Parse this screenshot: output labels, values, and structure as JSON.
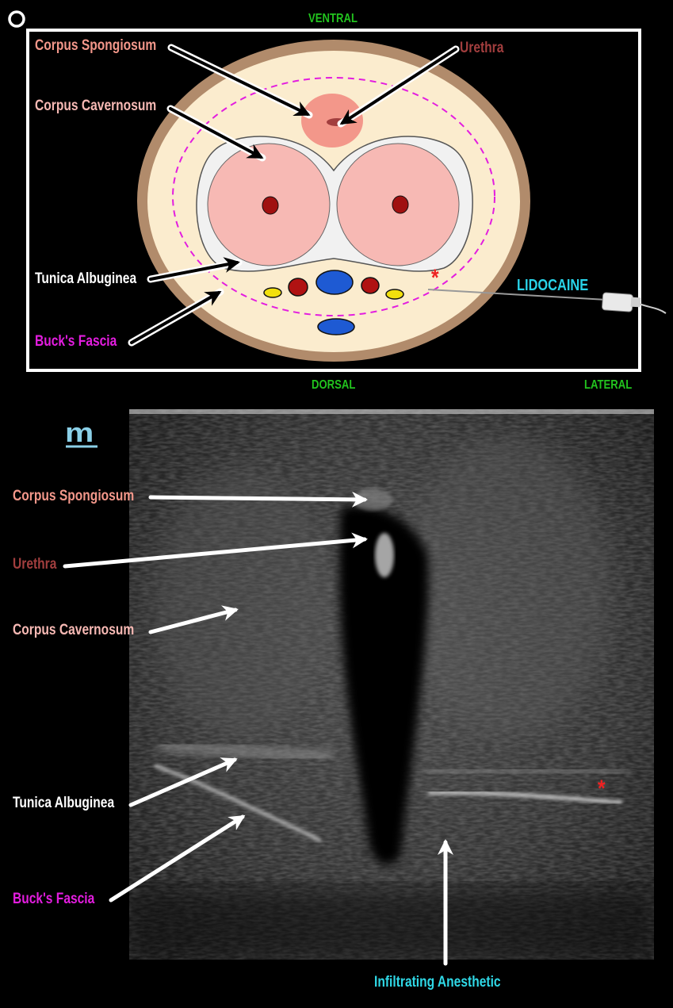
{
  "orientation": {
    "ventral": "VENTRAL",
    "dorsal": "DORSAL",
    "lateral": "LATERAL"
  },
  "diagram": {
    "labels": {
      "corpus_spongiosum": "Corpus Spongiosum",
      "urethra": "Urethra",
      "corpus_cavernosum": "Corpus Cavernosum",
      "tunica_albuginea": "Tunica Albuginea",
      "bucks_fascia": "Buck's Fascia",
      "lidocaine": "LIDOCAINE"
    },
    "asterisk": "*"
  },
  "ultrasound": {
    "labels": {
      "corpus_spongiosum": "Corpus Spongiosum",
      "urethra": "Urethra",
      "corpus_cavernosum": "Corpus Cavernosum",
      "tunica_albuginea": "Tunica Albuginea",
      "bucks_fascia": "Buck's Fascia",
      "infiltrating_anesthetic": "Infiltrating Anesthetic"
    },
    "asterisk": "*",
    "logo_text": "m"
  },
  "colors": {
    "spongiosum": "#f3978a",
    "urethra": "#a23e3e",
    "cavernosum": "#f7b9b4",
    "tunica": "#ffffff",
    "bucks": "#e31ddf",
    "lidocaine": "#29d3e8",
    "orientation": "#22c31e",
    "anesthetic": "#2fd8e6",
    "asterisk": "#ee2222"
  }
}
